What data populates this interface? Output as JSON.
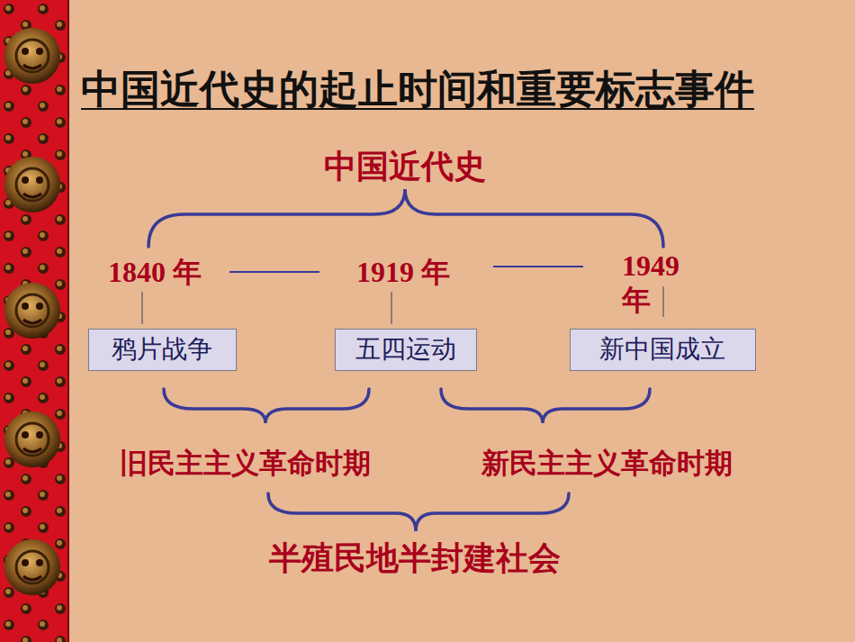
{
  "diagram": {
    "title": "中国近代史的起止时间和重要标志事件",
    "nodes": [
      {
        "text": [
          "鸦片战争"
        ]
      },
      {
        "text": [
          "五四运动"
        ]
      },
      {
        "text": [
          "新中国成立"
        ]
      }
    ],
    "labels": [
      "中国近代史",
      "1840 年",
      "1919 年",
      "1949 年",
      "旧民主主义革命时期",
      "新民主主义革命时期",
      "半殖民地半封建社会"
    ]
  }
}
